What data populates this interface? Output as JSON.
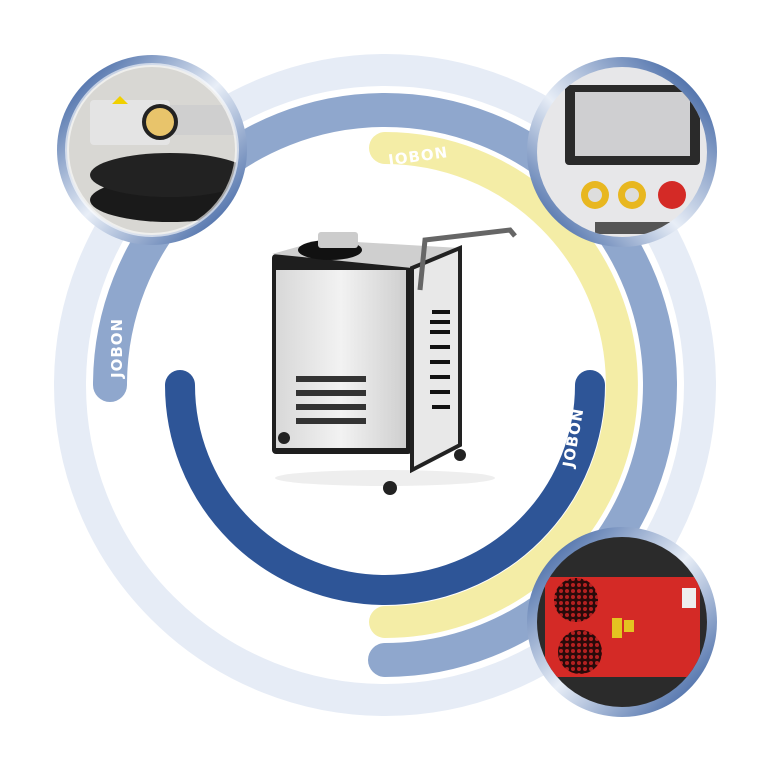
{
  "brand_labels": {
    "top": "JOBON",
    "left": "JOBON",
    "right": "JOBON"
  },
  "colors": {
    "outer_ring": "#e6ecf6",
    "middle_ring": "#8fa7cd",
    "yellow_ring": "#f4eda6",
    "inner_ring": "#2e5597",
    "panel_red": "#d42a26"
  },
  "detail_images": [
    {
      "subject": "laser-head-with-cable"
    },
    {
      "subject": "control-panel-touchscreen"
    },
    {
      "subject": "red-laser-source-with-fans"
    }
  ],
  "main_image": {
    "subject": "handheld-laser-machine-cart"
  }
}
